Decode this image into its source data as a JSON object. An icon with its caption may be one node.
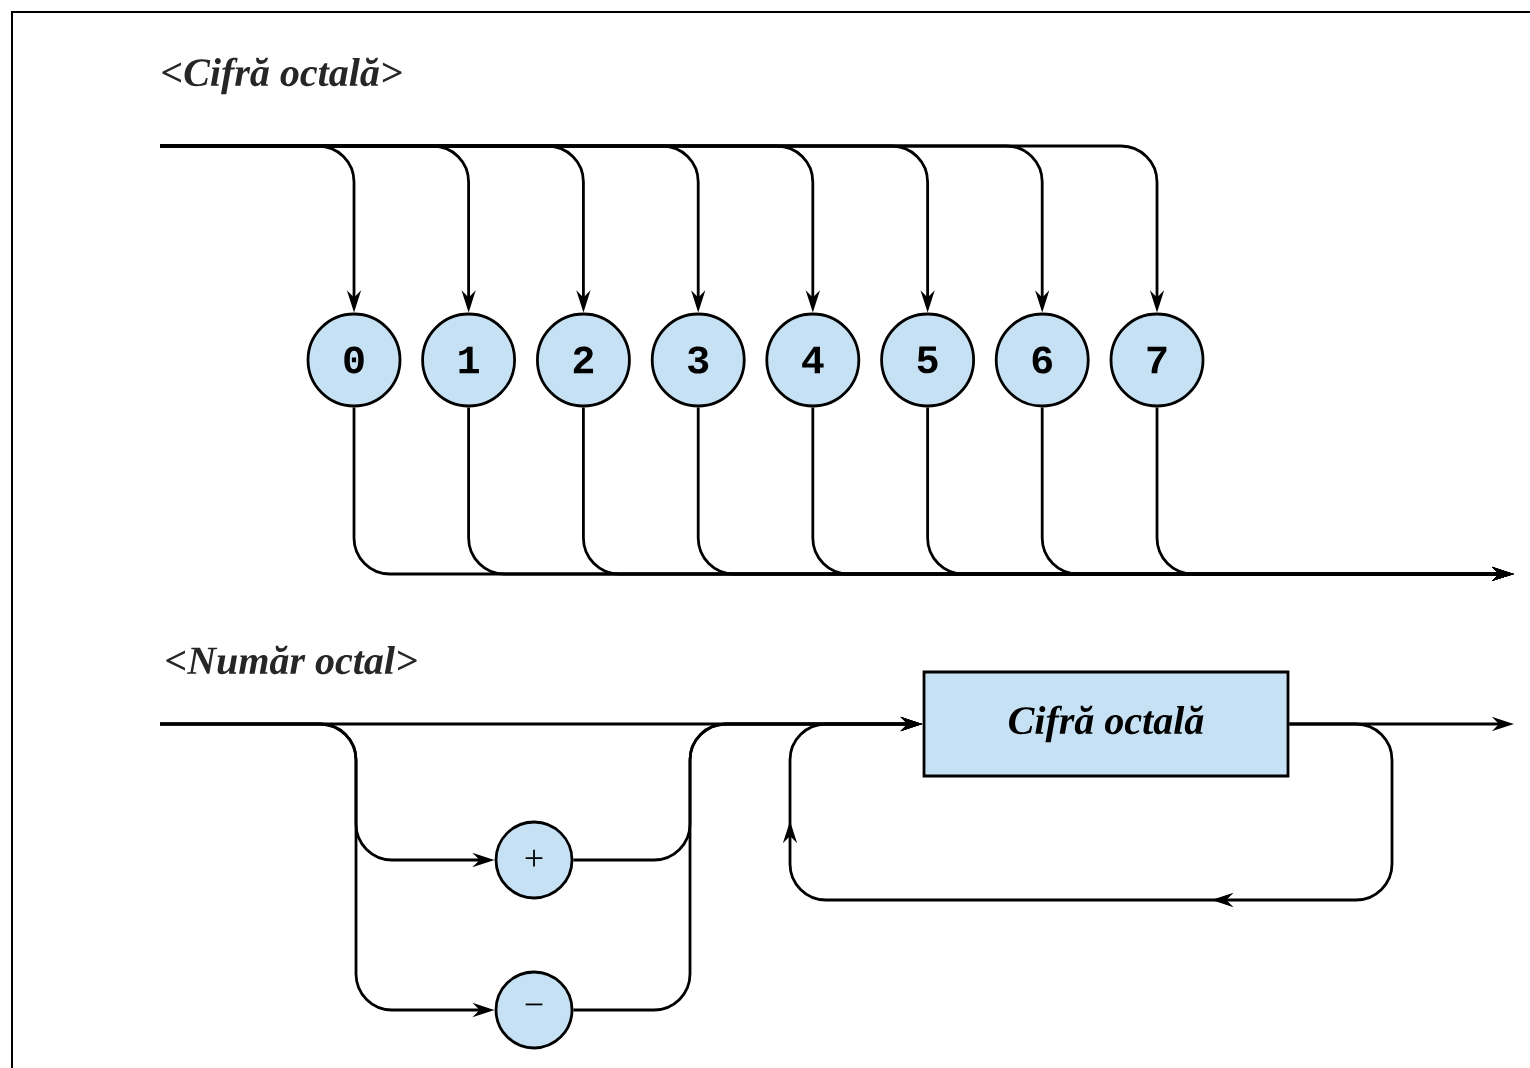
{
  "diagram": {
    "nodes": [
      {
        "text": [
          "0"
        ]
      },
      {
        "text": [
          "1"
        ]
      },
      {
        "text": [
          "2"
        ]
      },
      {
        "text": [
          "3"
        ]
      },
      {
        "text": [
          "4"
        ]
      },
      {
        "text": [
          "5"
        ]
      },
      {
        "text": [
          "6"
        ]
      },
      {
        "text": [
          "7"
        ]
      },
      {
        "text": [
          "+"
        ]
      },
      {
        "text": [
          "−"
        ]
      },
      {
        "text": [
          "Cifră octală"
        ]
      }
    ],
    "edges": [
      {
        "from": null,
        "to": 0,
        "arrow": "to"
      },
      {
        "from": null,
        "to": 1,
        "arrow": "to"
      },
      {
        "from": null,
        "to": 2,
        "arrow": "to"
      },
      {
        "from": null,
        "to": 3,
        "arrow": "to"
      },
      {
        "from": null,
        "to": 4,
        "arrow": "to"
      },
      {
        "from": null,
        "to": 5,
        "arrow": "to"
      },
      {
        "from": null,
        "to": 6,
        "arrow": "to"
      },
      {
        "from": null,
        "to": 7,
        "arrow": "to"
      },
      {
        "from": 0,
        "to": null,
        "arrow": "to"
      },
      {
        "from": 1,
        "to": null,
        "arrow": "to"
      },
      {
        "from": 2,
        "to": null,
        "arrow": "to"
      },
      {
        "from": 3,
        "to": null,
        "arrow": "to"
      },
      {
        "from": 4,
        "to": null,
        "arrow": "to"
      },
      {
        "from": 5,
        "to": null,
        "arrow": "to"
      },
      {
        "from": 6,
        "to": null,
        "arrow": "to"
      },
      {
        "from": 7,
        "to": null,
        "arrow": "to"
      },
      {
        "from": null,
        "to": 8,
        "arrow": "to"
      },
      {
        "from": null,
        "to": 9,
        "arrow": "to"
      },
      {
        "from": null,
        "to": 10,
        "arrow": "to"
      },
      {
        "from": 8,
        "to": 10,
        "arrow": "to"
      },
      {
        "from": 9,
        "to": 10,
        "arrow": "to"
      },
      {
        "from": 10,
        "to": null,
        "arrow": "to"
      },
      {
        "from": 10,
        "to": 10,
        "arrow": "to"
      }
    ],
    "labels": [
      "<Cifră octală>",
      "<Număr octal>"
    ]
  }
}
